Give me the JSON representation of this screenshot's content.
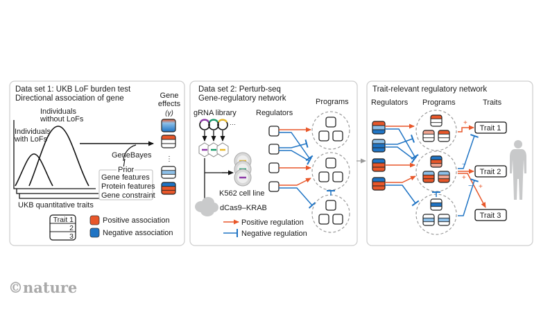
{
  "colors": {
    "positive": "#e8572a",
    "negative": "#1f74c4",
    "light_positive": "#f0a490",
    "light_negative": "#8ec0e8",
    "panel_border": "#cfcfcf",
    "dashed": "#9a9a9a",
    "logo": "#a9a9a9"
  },
  "panel1": {
    "title_line1": "Data set 1: UKB LoF burden test",
    "title_line2": "Directional association of gene",
    "without_lofs_line1": "Individuals",
    "without_lofs_line2": "without LoFs",
    "with_lofs_line1": "Individuals",
    "with_lofs_line2": "with LoFs",
    "gene_effects_line1": "Gene",
    "gene_effects_line2": "effects",
    "gene_effects_symbol": "(γ)",
    "genebayes": "GeneBayes",
    "prior_label": "Prior",
    "prior_items": [
      "Gene features",
      "Protein features",
      "Gene constraint"
    ],
    "xaxis_label": "UKB quantitative traits",
    "trait_table": [
      "Trait 1",
      "2",
      "3"
    ],
    "legend": [
      {
        "label": "Positive association",
        "color": "positive"
      },
      {
        "label": "Negative association",
        "color": "negative"
      }
    ],
    "ellipsis": "⋮"
  },
  "panel2": {
    "title_line1": "Data set 2: Perturb-seq",
    "title_line2": "Gene-regulatory network",
    "grna_label": "gRNA library",
    "grna_ellipsis": "···",
    "regulators_label": "Regulators",
    "programs_label": "Programs",
    "cell_line_label": "K562 cell line",
    "dcas9_label": "dCas9–KRAB",
    "legend": [
      {
        "label": "Positive regulation",
        "type": "arrow"
      },
      {
        "label": "Negative regulation",
        "type": "bar"
      }
    ]
  },
  "panel3": {
    "title": "Trait-relevant regulatory network",
    "regulators_label": "Regulators",
    "programs_label": "Programs",
    "traits_label": "Traits",
    "traits": [
      "Trait 1",
      "Trait 2",
      "Trait 3"
    ],
    "plus": "+",
    "minus": "−"
  },
  "footer": {
    "logo_text": "©nature"
  }
}
